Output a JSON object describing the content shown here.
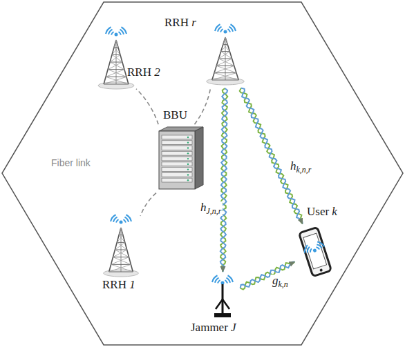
{
  "diagram": {
    "nodes": [
      {
        "text": [
          "RRH 2"
        ]
      },
      {
        "text": [
          "RRH r"
        ]
      },
      {
        "text": [
          "BBU"
        ]
      },
      {
        "text": [
          "RRH 1"
        ]
      },
      {
        "text": [
          "User k"
        ]
      },
      {
        "text": [
          "Jammer J"
        ]
      }
    ],
    "edges": [
      {
        "from": 2,
        "to": 0,
        "arrow": "none",
        "label": "Fiber link"
      },
      {
        "from": 2,
        "to": 1,
        "arrow": "none"
      },
      {
        "from": 2,
        "to": 3,
        "arrow": "none"
      },
      {
        "from": 1,
        "to": 4,
        "arrow": "to",
        "label": "hk,n,r"
      },
      {
        "from": 1,
        "to": 5,
        "arrow": "to",
        "label": "hJ,n,r"
      },
      {
        "from": 5,
        "to": 4,
        "arrow": "to",
        "label": "gk,n"
      }
    ]
  }
}
